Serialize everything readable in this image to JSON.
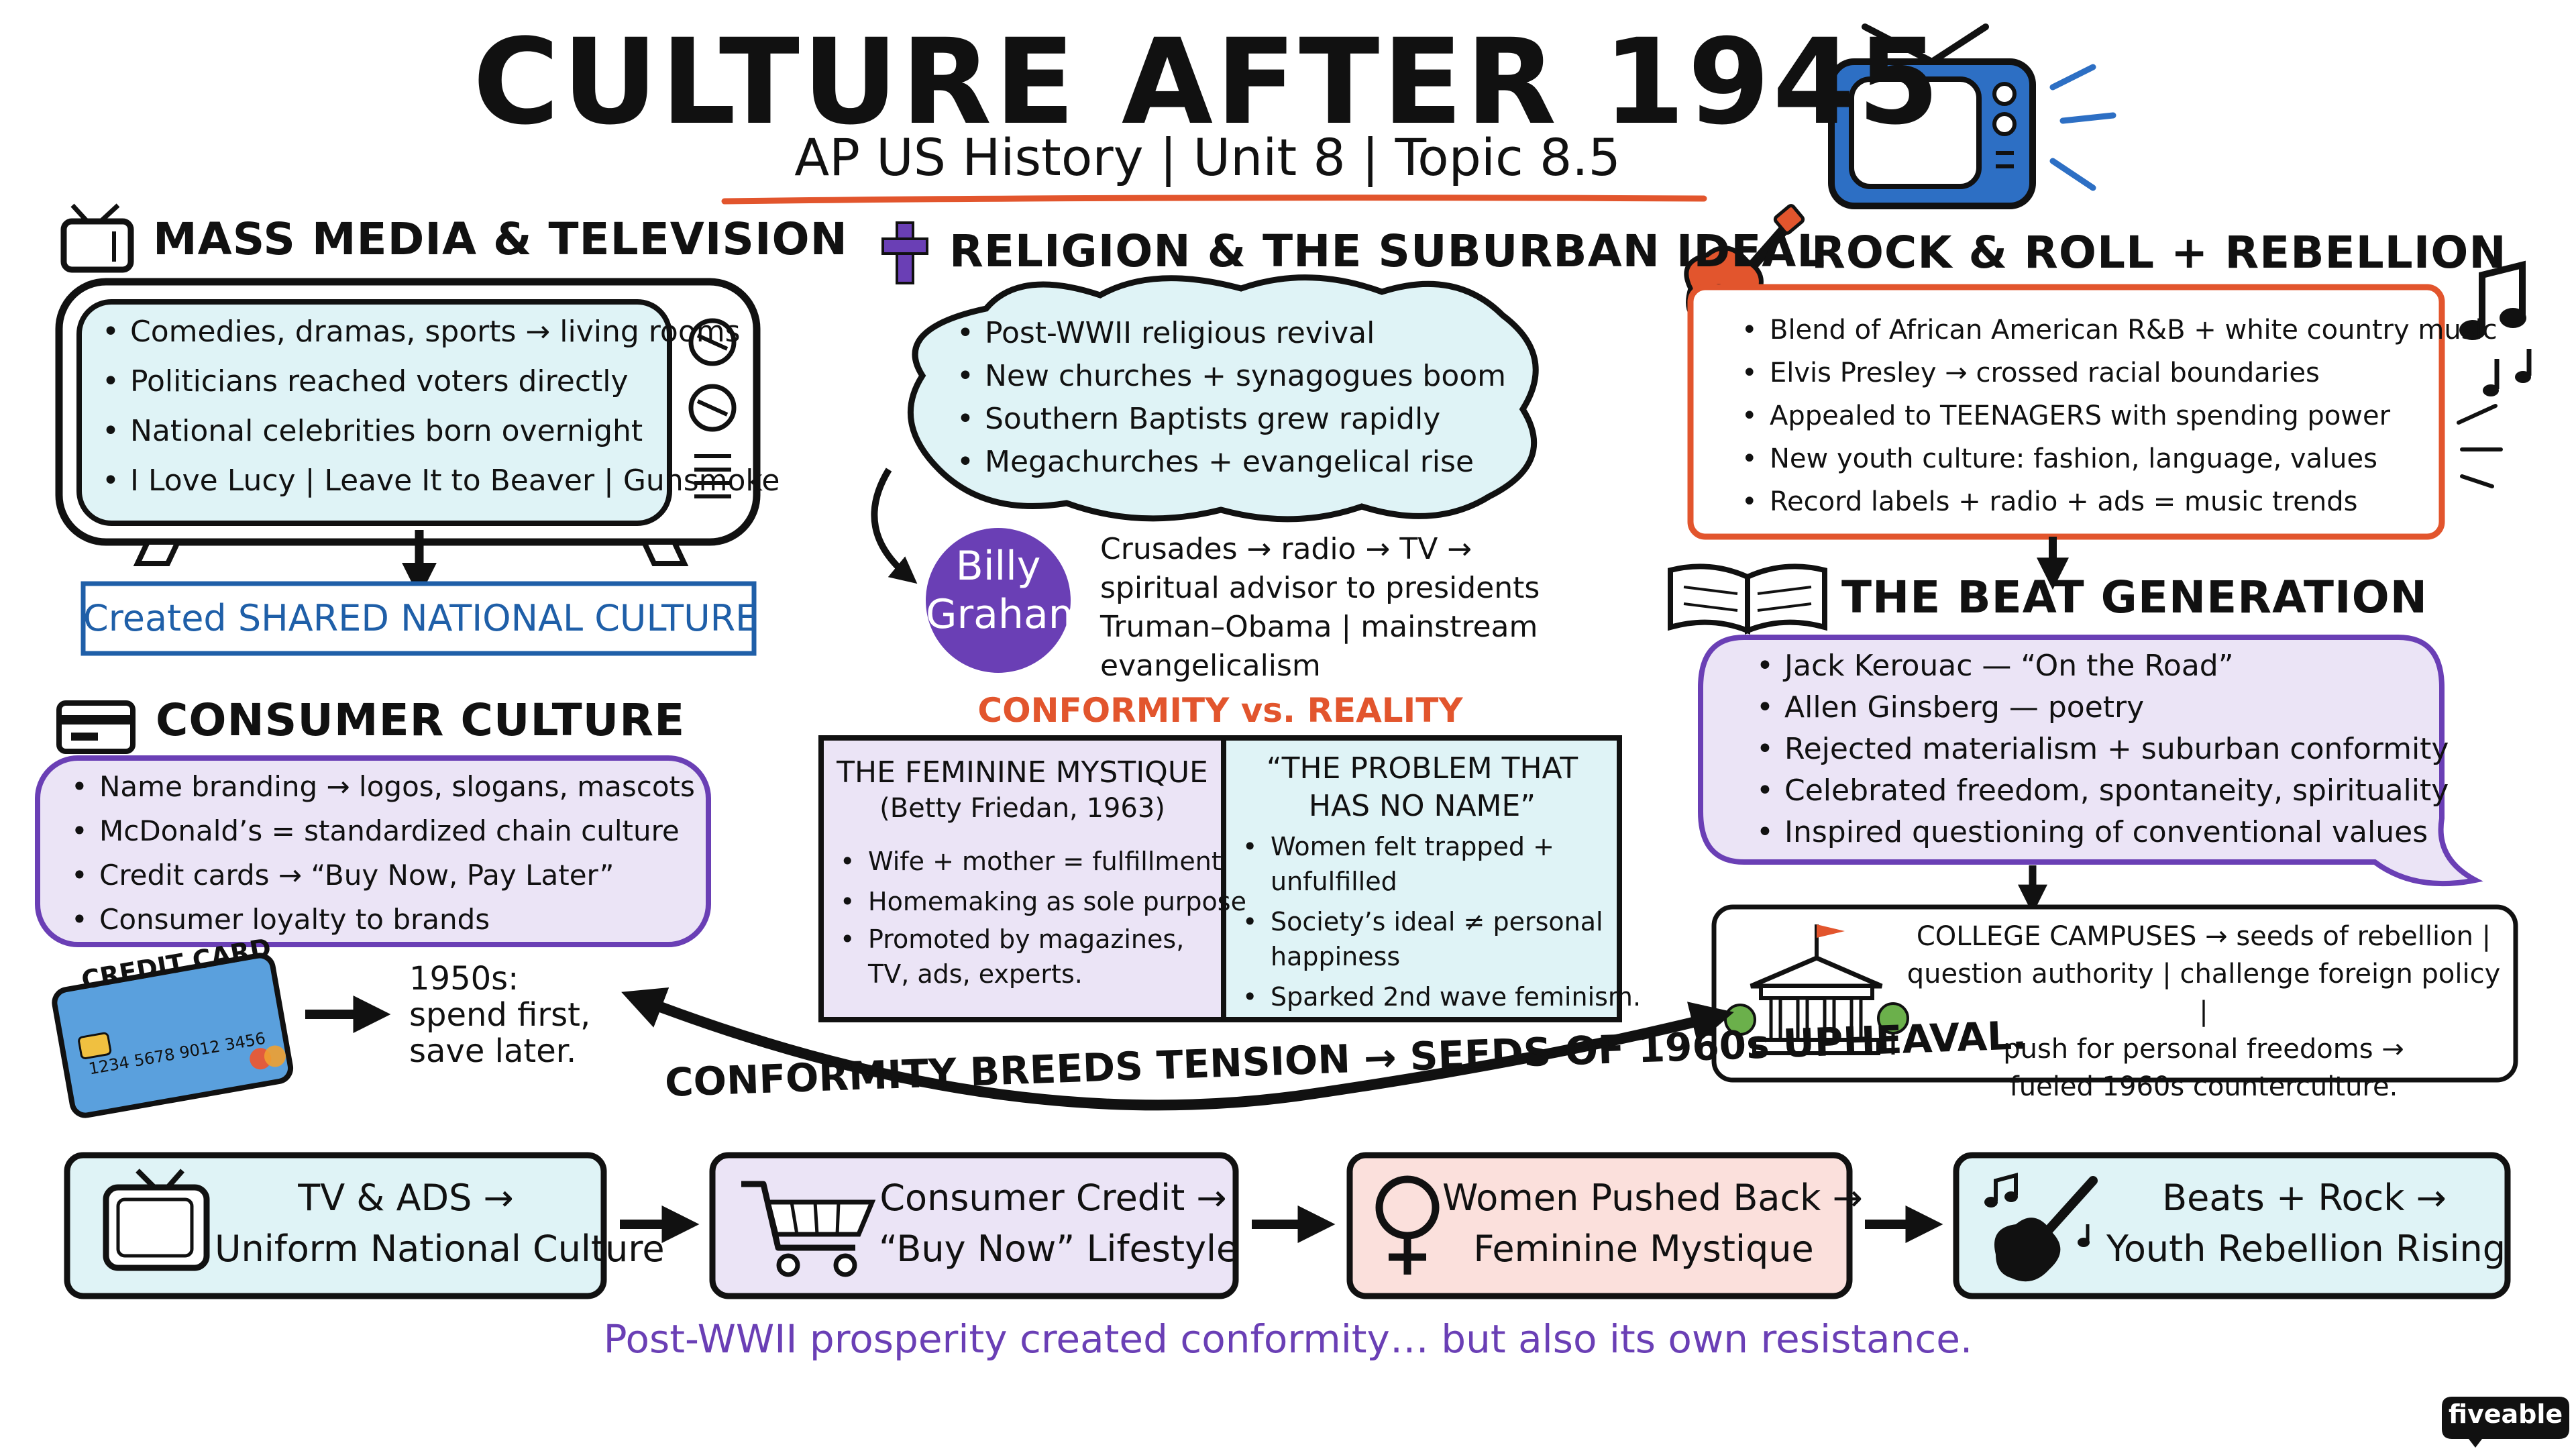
{
  "title": "CULTURE AFTER 1945",
  "subtitle": "AP US History | Unit 8 | Topic 8.5",
  "colors": {
    "ink": "#111111",
    "blue": "#1f5fa8",
    "purple": "#6a3fb5",
    "red_orange": "#e2552d",
    "cyan_fill": "#dff3f6",
    "lavender_fill": "#ebe4f6",
    "pink_fill": "#fbe0dc"
  },
  "mass_media": {
    "heading": "MASS MEDIA & TELEVISION",
    "bullets": [
      "Comedies, dramas, sports → living rooms",
      "Politicians reached voters directly",
      "National celebrities born overnight",
      "I Love Lucy | Leave It to Beaver | Gunsmoke"
    ],
    "result": "Created SHARED NATIONAL CULTURE"
  },
  "religion": {
    "heading": "RELIGION & THE SUBURBAN IDEAL",
    "bullets": [
      "Post-WWII religious revival",
      "New churches + synagogues boom",
      "Southern Baptists grew rapidly",
      "Megachurches + evangelical rise"
    ],
    "badge_line1": "Billy",
    "badge_line2": "Graham",
    "graham_text": "Crusades → radio → TV →\nspiritual advisor to presidents\nTruman–Obama | mainstream\nevangelicalism"
  },
  "rock": {
    "heading": "ROCK & ROLL + REBELLION",
    "bullets": [
      "Blend of African American R&B + white country music",
      "Elvis Presley → crossed racial boundaries",
      "Appealed to TEENAGERS with spending power",
      "New youth culture: fashion, language, values",
      "Record labels + radio + ads = music trends"
    ]
  },
  "beat": {
    "heading": "THE BEAT GENERATION",
    "bullets": [
      "Jack Kerouac — “On the Road”",
      "Allen Ginsberg — poetry",
      "Rejected materialism + suburban conformity",
      "Celebrated freedom, spontaneity, spirituality",
      "Inspired questioning of conventional values"
    ]
  },
  "campus": {
    "text": "COLLEGE CAMPUSES → seeds of rebellion |\nquestion authority | challenge foreign policy |\npush for personal freedoms →\nfueled 1960s counterculture."
  },
  "consumer": {
    "heading": "CONSUMER CULTURE",
    "bullets": [
      "Name branding → logos, slogans, mascots",
      "McDonald’s = standardized chain culture",
      "Credit cards → “Buy Now, Pay Later”",
      "Consumer loyalty to brands"
    ],
    "card_label": "CREDIT CARD",
    "card_number": "1234 5678 9012 3456",
    "spend_text": "1950s:\nspend first,\nsave later."
  },
  "conformity": {
    "heading": "CONFORMITY vs. REALITY",
    "left_title": "THE FEMININE MYSTIQUE",
    "left_sub": "(Betty Friedan, 1963)",
    "left_bullets": [
      "Wife + mother = fulfillment",
      "Homemaking as sole purpose",
      "Promoted by magazines, TV, ads, experts."
    ],
    "right_title": "“THE PROBLEM THAT HAS NO NAME”",
    "right_bullets": [
      "Women felt trapped + unfulfilled",
      "Society’s ideal ≠ personal happiness",
      "Sparked 2nd wave feminism."
    ]
  },
  "tension_text": "CONFORMITY BREEDS TENSION → SEEDS OF 1960s UPHEAVAL.",
  "bottom_flow": [
    {
      "line1": "TV & ADS →",
      "line2": "Uniform National Culture",
      "icon": "tv-icon"
    },
    {
      "line1": "Consumer Credit →",
      "line2": "“Buy Now” Lifestyle",
      "icon": "cart-icon"
    },
    {
      "line1": "Women Pushed Back →",
      "line2": "Feminine Mystique",
      "icon": "female-symbol-icon"
    },
    {
      "line1": "Beats + Rock →",
      "line2": "Youth Rebellion Rising",
      "icon": "guitar-icon"
    }
  ],
  "footer": "Post-WWII prosperity created conformity… but also its own resistance.",
  "logo": "fiveable"
}
